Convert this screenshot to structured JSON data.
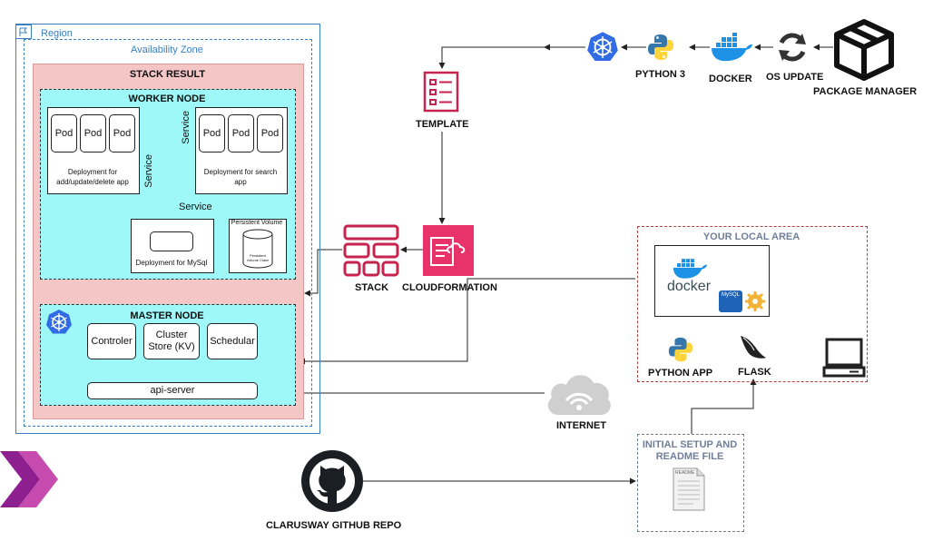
{
  "region": "Region",
  "availability_zone": "Availability Zone",
  "stack_result": "STACK RESULT",
  "worker_node": {
    "title": "WORKER NODE",
    "pod_label": "Pod",
    "deploy_add": "Deployment for add/update/delete app",
    "deploy_search": "Deployment for search app",
    "service": "Service",
    "deploy_mysql": "Deployment for MySql",
    "persistent_volume": "Persistent Volume",
    "pv_disk": "Persistent Volume Claim"
  },
  "master_node": {
    "title": "MASTER NODE",
    "controller": "Controler",
    "cluster_store": "Cluster Store (KV)",
    "scheduler": "Schedular",
    "api_server": "api-server"
  },
  "pipeline": {
    "package_manager": "PACKAGE MANAGER",
    "os_update": "OS UPDATE",
    "docker": "DOCKER",
    "python3": "PYTHON 3",
    "template": "TEMPLATE",
    "cloudformation": "CLOUDFORMATION",
    "stack": "STACK",
    "internet": "INTERNET"
  },
  "local_area": {
    "title": "YOUR LOCAL AREA",
    "docker_text": "docker",
    "mysql_text": "MySQL",
    "python_app": "PYTHON APP",
    "flask": "FLASK"
  },
  "setup": {
    "title": "INITIAL SETUP AND README FILE",
    "readme_text": "README"
  },
  "github": "CLARUSWAY GITHUB REPO",
  "colors": {
    "pod_bg": "#9ff8f8",
    "stack_bg": "#f4c6c6",
    "aws_pink": "#c7234f",
    "cloudformation_fill": "#e8336a",
    "k8s_blue": "#326ce5"
  }
}
